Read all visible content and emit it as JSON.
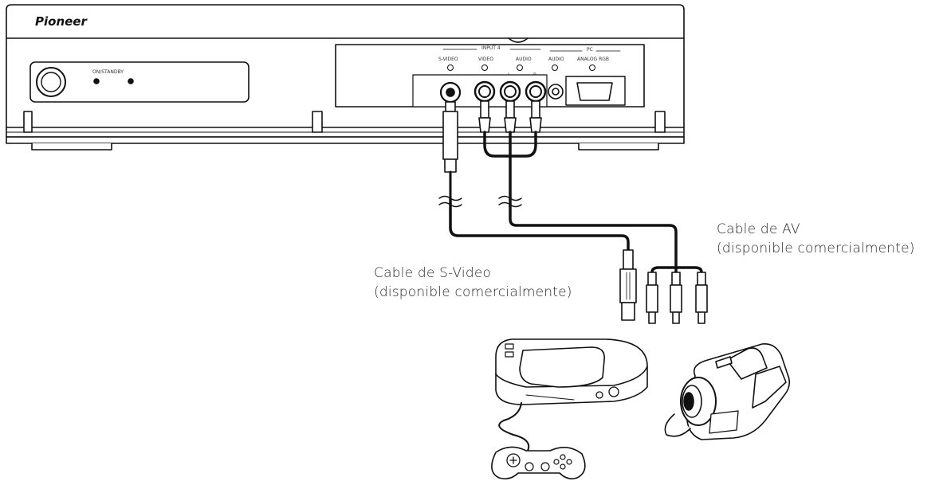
{
  "brand": "Pioneer",
  "panel": {
    "standby_label": "ON/STANDBY",
    "input_group": "INPUT 4",
    "pc_group": "PC",
    "port_labels": {
      "svideo": "S-VIDEO",
      "video": "VIDEO",
      "audio": "AUDIO",
      "pc_audio": "AUDIO",
      "pc_rgb": "ANALOG RGB"
    },
    "channel_labels": {
      "left": "L",
      "right": "R"
    }
  },
  "callouts": {
    "av_cable_title": "Cable de AV",
    "av_cable_note": "(disponible comercialmente)",
    "svideo_cable_title": "Cable de S-Video",
    "svideo_cable_note": "(disponible comercialmente)"
  },
  "icons": [
    "game-console-icon",
    "gamepad-icon",
    "camcorder-icon",
    "s-video-plug-icon",
    "rca-plug-icon"
  ]
}
